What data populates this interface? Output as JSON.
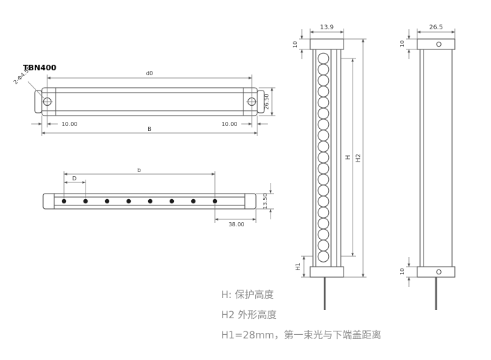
{
  "title": "TBN400",
  "front_view": {
    "hole_callout": "2-Φ4.50",
    "dim_beam_span": "d0",
    "dim_left_offset": "10.00",
    "dim_right_offset": "10.00",
    "dim_total_length": "B",
    "dim_height": "26.50"
  },
  "beam_view": {
    "dim_pitch": "D",
    "dim_span": "b",
    "dim_depth": "13.50",
    "dim_end_offset": "38.00"
  },
  "side_view": {
    "dim_width": "13.9",
    "dim_cap_height": "10",
    "dim_h1": "H1",
    "dim_h": "H",
    "dim_h2": "H2"
  },
  "rear_view": {
    "dim_width": "26.5",
    "dim_cap_top": "10",
    "dim_cap_bottom": "10"
  },
  "notes": [
    "H: 保护高度",
    "H2 外形高度",
    "H1=28mm，第一束光与下端盖距离"
  ]
}
